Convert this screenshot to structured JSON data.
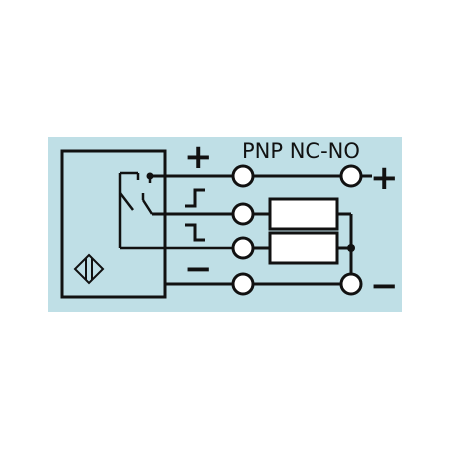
{
  "diagram": {
    "title": "PNP NC-NO",
    "input_plus": "+",
    "input_minus": "−",
    "output_plus": "+",
    "output_minus": "−",
    "colors": {
      "background": "#bfdfe6",
      "line": "#111111",
      "terminal_fill": "#ffffff",
      "load_fill": "#ffffff"
    },
    "icons": [
      "sensor-body",
      "inductive-sensor-symbol",
      "switch-contact",
      "rising-edge-symbol",
      "falling-edge-symbol",
      "terminal",
      "load-resistor",
      "junction-dot"
    ]
  }
}
